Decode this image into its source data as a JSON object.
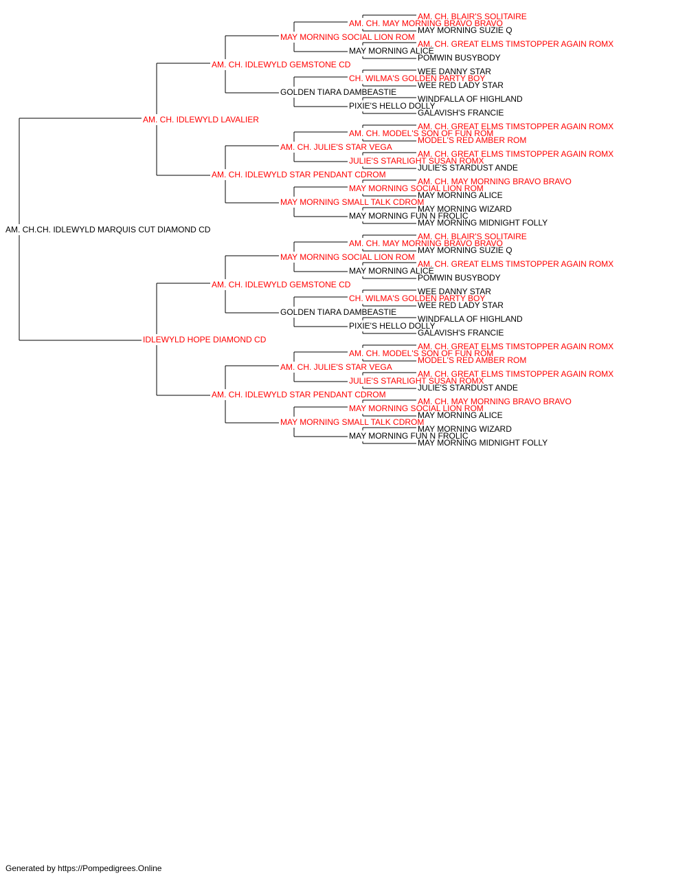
{
  "pedigree": {
    "subject": {
      "name": "AM. CH.CH. IDLEWYLD MARQUIS CUT DIAMOND CD",
      "titled": false
    },
    "ancestors": [
      {
        "name": "AM. CH. IDLEWYLD LAVALIER",
        "titled": true
      },
      {
        "name": "AM. CH. IDLEWYLD GEMSTONE CD",
        "titled": true
      },
      {
        "name": "MAY MORNING SOCIAL LION ROM",
        "titled": true
      },
      {
        "name": "AM. CH. MAY MORNING BRAVO BRAVO",
        "titled": true
      },
      {
        "name": "AM. CH. BLAIR'S SOLITAIRE",
        "titled": true
      },
      {
        "name": "MAY MORNING SUZIE Q",
        "titled": false
      },
      {
        "name": "MAY MORNING ALICE",
        "titled": false
      },
      {
        "name": "AM. CH. GREAT ELMS TIMSTOPPER AGAIN ROMX",
        "titled": true
      },
      {
        "name": "POMWIN BUSYBODY",
        "titled": false
      },
      {
        "name": "GOLDEN TIARA DAMBEASTIE",
        "titled": false
      },
      {
        "name": "CH. WILMA'S GOLDEN PARTY BOY",
        "titled": true
      },
      {
        "name": "WEE DANNY STAR",
        "titled": false
      },
      {
        "name": "WEE RED LADY STAR",
        "titled": false
      },
      {
        "name": "PIXIE'S HELLO DOLLY",
        "titled": false
      },
      {
        "name": "WINDFALLA OF HIGHLAND",
        "titled": false
      },
      {
        "name": "GALAVISH'S FRANCIE",
        "titled": false
      },
      {
        "name": "AM. CH. IDLEWYLD STAR PENDANT CDROM",
        "titled": true
      },
      {
        "name": "AM. CH. JULIE'S STAR VEGA",
        "titled": true
      },
      {
        "name": "AM. CH. MODEL'S SON OF FUN ROM",
        "titled": true
      },
      {
        "name": "AM. CH. GREAT ELMS TIMSTOPPER AGAIN ROMX",
        "titled": true
      },
      {
        "name": "MODEL'S RED AMBER ROM",
        "titled": true
      },
      {
        "name": "JULIE'S STARLIGHT SUSAN ROMX",
        "titled": true
      },
      {
        "name": "AM. CH. GREAT ELMS TIMSTOPPER AGAIN ROMX",
        "titled": true
      },
      {
        "name": "JULIE'S STARDUST ANDE",
        "titled": false
      },
      {
        "name": "MAY MORNING SMALL TALK CDROM",
        "titled": true
      },
      {
        "name": "MAY MORNING SOCIAL LION ROM",
        "titled": true
      },
      {
        "name": "AM. CH. MAY MORNING BRAVO BRAVO",
        "titled": true
      },
      {
        "name": "MAY MORNING ALICE",
        "titled": false
      },
      {
        "name": "MAY MORNING FUN N FROLIC",
        "titled": false
      },
      {
        "name": "MAY MORNING WIZARD",
        "titled": false
      },
      {
        "name": "MAY MORNING MIDNIGHT FOLLY",
        "titled": false
      },
      {
        "name": "IDLEWYLD HOPE DIAMOND CD",
        "titled": true
      },
      {
        "name": "AM. CH. IDLEWYLD GEMSTONE CD",
        "titled": true
      },
      {
        "name": "MAY MORNING SOCIAL LION ROM",
        "titled": true
      },
      {
        "name": "AM. CH. MAY MORNING BRAVO BRAVO",
        "titled": true
      },
      {
        "name": "AM. CH. BLAIR'S SOLITAIRE",
        "titled": true
      },
      {
        "name": "MAY MORNING SUZIE Q",
        "titled": false
      },
      {
        "name": "MAY MORNING ALICE",
        "titled": false
      },
      {
        "name": "AM. CH. GREAT ELMS TIMSTOPPER AGAIN ROMX",
        "titled": true
      },
      {
        "name": "POMWIN BUSYBODY",
        "titled": false
      },
      {
        "name": "GOLDEN TIARA DAMBEASTIE",
        "titled": false
      },
      {
        "name": "CH. WILMA'S GOLDEN PARTY BOY",
        "titled": true
      },
      {
        "name": "WEE DANNY STAR",
        "titled": false
      },
      {
        "name": "WEE RED LADY STAR",
        "titled": false
      },
      {
        "name": "PIXIE'S HELLO DOLLY",
        "titled": false
      },
      {
        "name": "WINDFALLA OF HIGHLAND",
        "titled": false
      },
      {
        "name": "GALAVISH'S FRANCIE",
        "titled": false
      },
      {
        "name": "AM. CH. IDLEWYLD STAR PENDANT CDROM",
        "titled": true
      },
      {
        "name": "AM. CH. JULIE'S STAR VEGA",
        "titled": true
      },
      {
        "name": "AM. CH. MODEL'S SON OF FUN ROM",
        "titled": true
      },
      {
        "name": "AM. CH. GREAT ELMS TIMSTOPPER AGAIN ROMX",
        "titled": true
      },
      {
        "name": "MODEL'S RED AMBER ROM",
        "titled": true
      },
      {
        "name": "JULIE'S STARLIGHT SUSAN ROMX",
        "titled": true
      },
      {
        "name": "AM. CH. GREAT ELMS TIMSTOPPER AGAIN ROMX",
        "titled": true
      },
      {
        "name": "JULIE'S STARDUST ANDE",
        "titled": false
      },
      {
        "name": "MAY MORNING SMALL TALK CDROM",
        "titled": true
      },
      {
        "name": "MAY MORNING SOCIAL LION ROM",
        "titled": true
      },
      {
        "name": "AM. CH. MAY MORNING BRAVO BRAVO",
        "titled": true
      },
      {
        "name": "MAY MORNING ALICE",
        "titled": false
      },
      {
        "name": "MAY MORNING FUN N FROLIC",
        "titled": false
      },
      {
        "name": "MAY MORNING WIZARD",
        "titled": false
      },
      {
        "name": "MAY MORNING MIDNIGHT FOLLY",
        "titled": false
      }
    ]
  },
  "colors": {
    "titled": "#ff0000",
    "untitled": "#000000",
    "lines": "#000000"
  },
  "footer": {
    "text": "Generated by https://Pompedigrees.Online"
  }
}
